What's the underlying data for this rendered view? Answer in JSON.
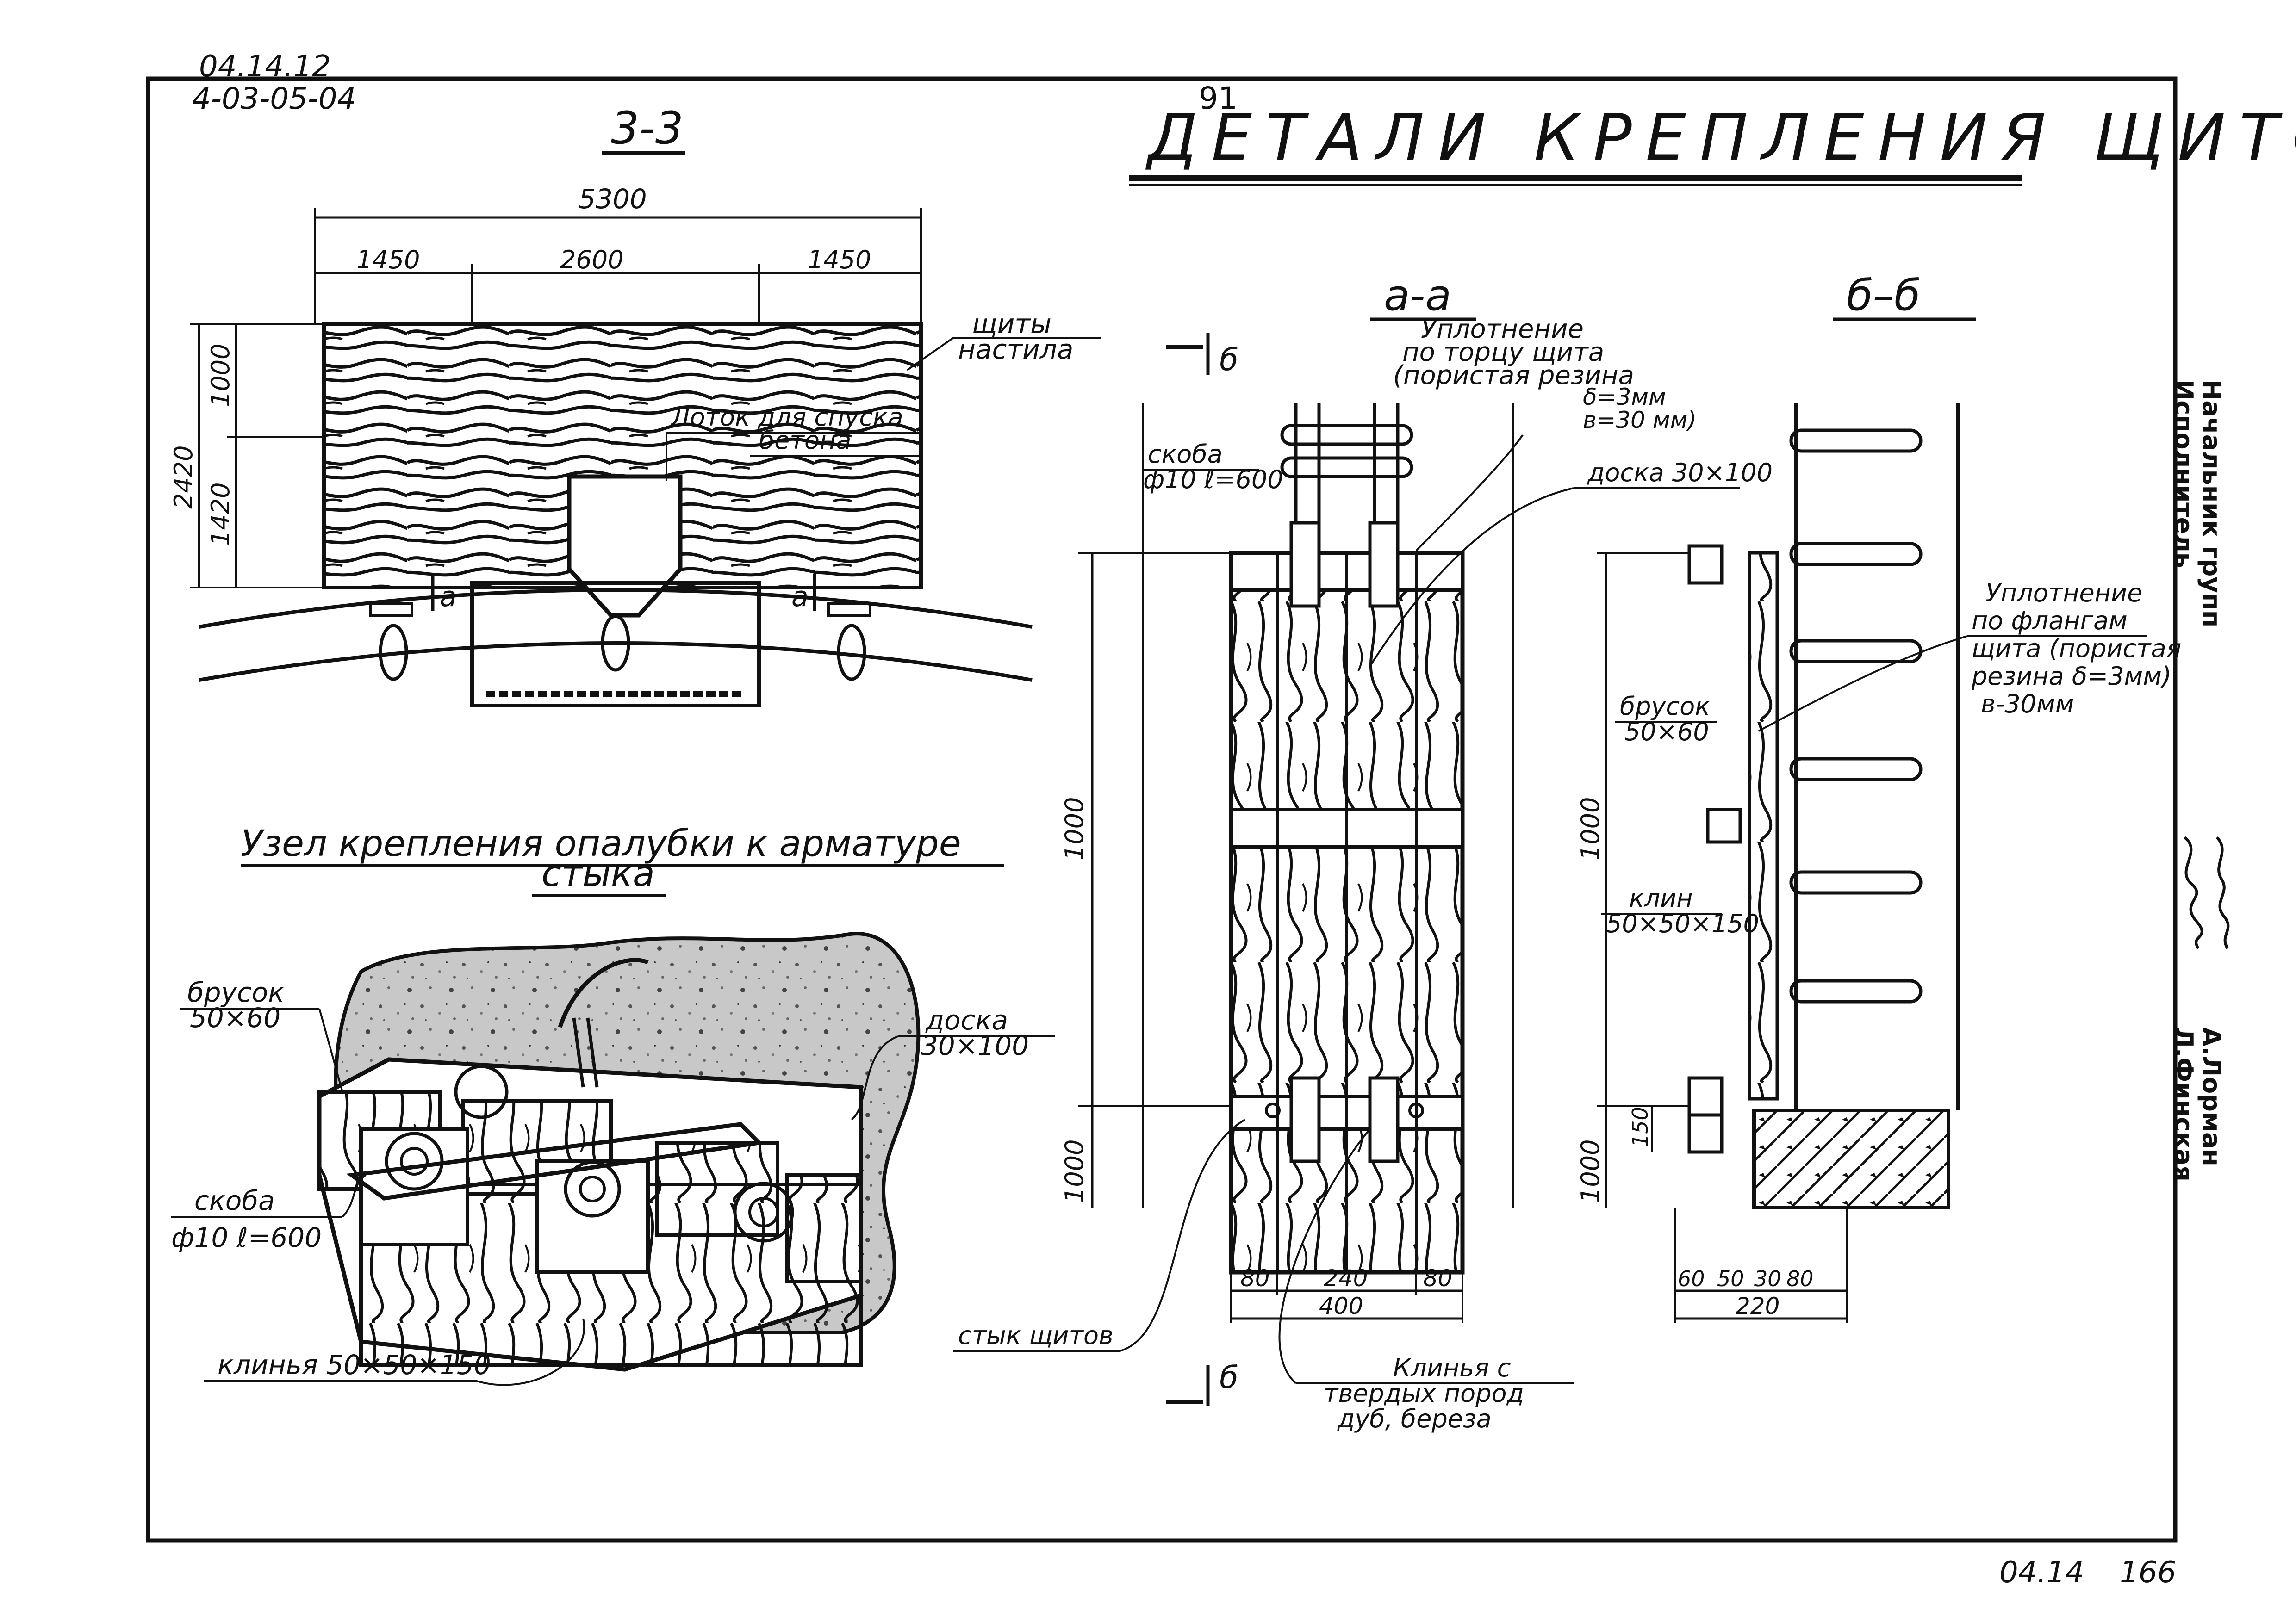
{
  "sheet": {
    "doc_code_1": "04.14.12",
    "doc_code_2": "4-03-05-04",
    "page_number": "91",
    "footer_code": "04.14",
    "footer_page": "166",
    "title": "ДЕТАЛИ КРЕПЛЕНИЯ ЩИТОВ"
  },
  "section_33": {
    "label": "3-3",
    "dim_total": "5300",
    "dim_left": "1450",
    "dim_mid": "2600",
    "dim_right": "1450",
    "dim_height": "2420",
    "dim_upper": "1000",
    "dim_lower": "1420",
    "callout_shields_1": "щиты",
    "callout_shields_2": "настила",
    "callout_chute_1": "Лоток для спуска",
    "callout_chute_2": "бетона",
    "cut_left": "а",
    "cut_right": "а"
  },
  "section_aa": {
    "label": "а-а",
    "seal_1": "Уплотнение",
    "seal_2": "по торцу щита",
    "seal_3": "(пористая резина",
    "seal_4": "δ=3мм",
    "seal_5": "в=30 мм)",
    "board": "доска 30×100",
    "bracket_1": "скоба",
    "bracket_2": "ф10 ℓ=600",
    "cut_top": "б",
    "cut_bottom": "б",
    "dim_upper": "1000",
    "dim_lower": "1000",
    "dim_b1": "80",
    "dim_b2": "240",
    "dim_b3": "80",
    "dim_total": "400",
    "joint": "стык щитов",
    "wedges_1": "Клинья с",
    "wedges_2": "твердых пород",
    "wedges_3": "дуб, береза"
  },
  "section_bb": {
    "label": "б–б",
    "seal_1": "Уплотнение",
    "seal_2": "по флангам",
    "seal_3": "щита (пористая",
    "seal_4": "резина δ=3мм)",
    "seal_5": "в-30мм",
    "bar_1": "брусок",
    "bar_2": "50×60",
    "wedge_1": "клин",
    "wedge_2": "50×50×150",
    "dim_upper": "1000",
    "dim_lower": "1000",
    "dim_150": "150",
    "dim_b1": "60",
    "dim_b2": "50",
    "dim_b3": "30",
    "dim_b4": "80",
    "dim_total": "220"
  },
  "node": {
    "title_1": "Узел крепления опалубки к арматуре",
    "title_2": "стыка",
    "bar_1": "брусок",
    "bar_2": "50×60",
    "board_1": "доска",
    "board_2": "30×100",
    "bracket_1": "скоба",
    "bracket_2": "ф10 ℓ=600",
    "wedges": "клинья 50×50×150"
  },
  "stamp": {
    "role_1": "Начальник групп",
    "role_2": "Исполнитель",
    "name_1": "А.Лорман",
    "name_2": "Л.Финская"
  }
}
